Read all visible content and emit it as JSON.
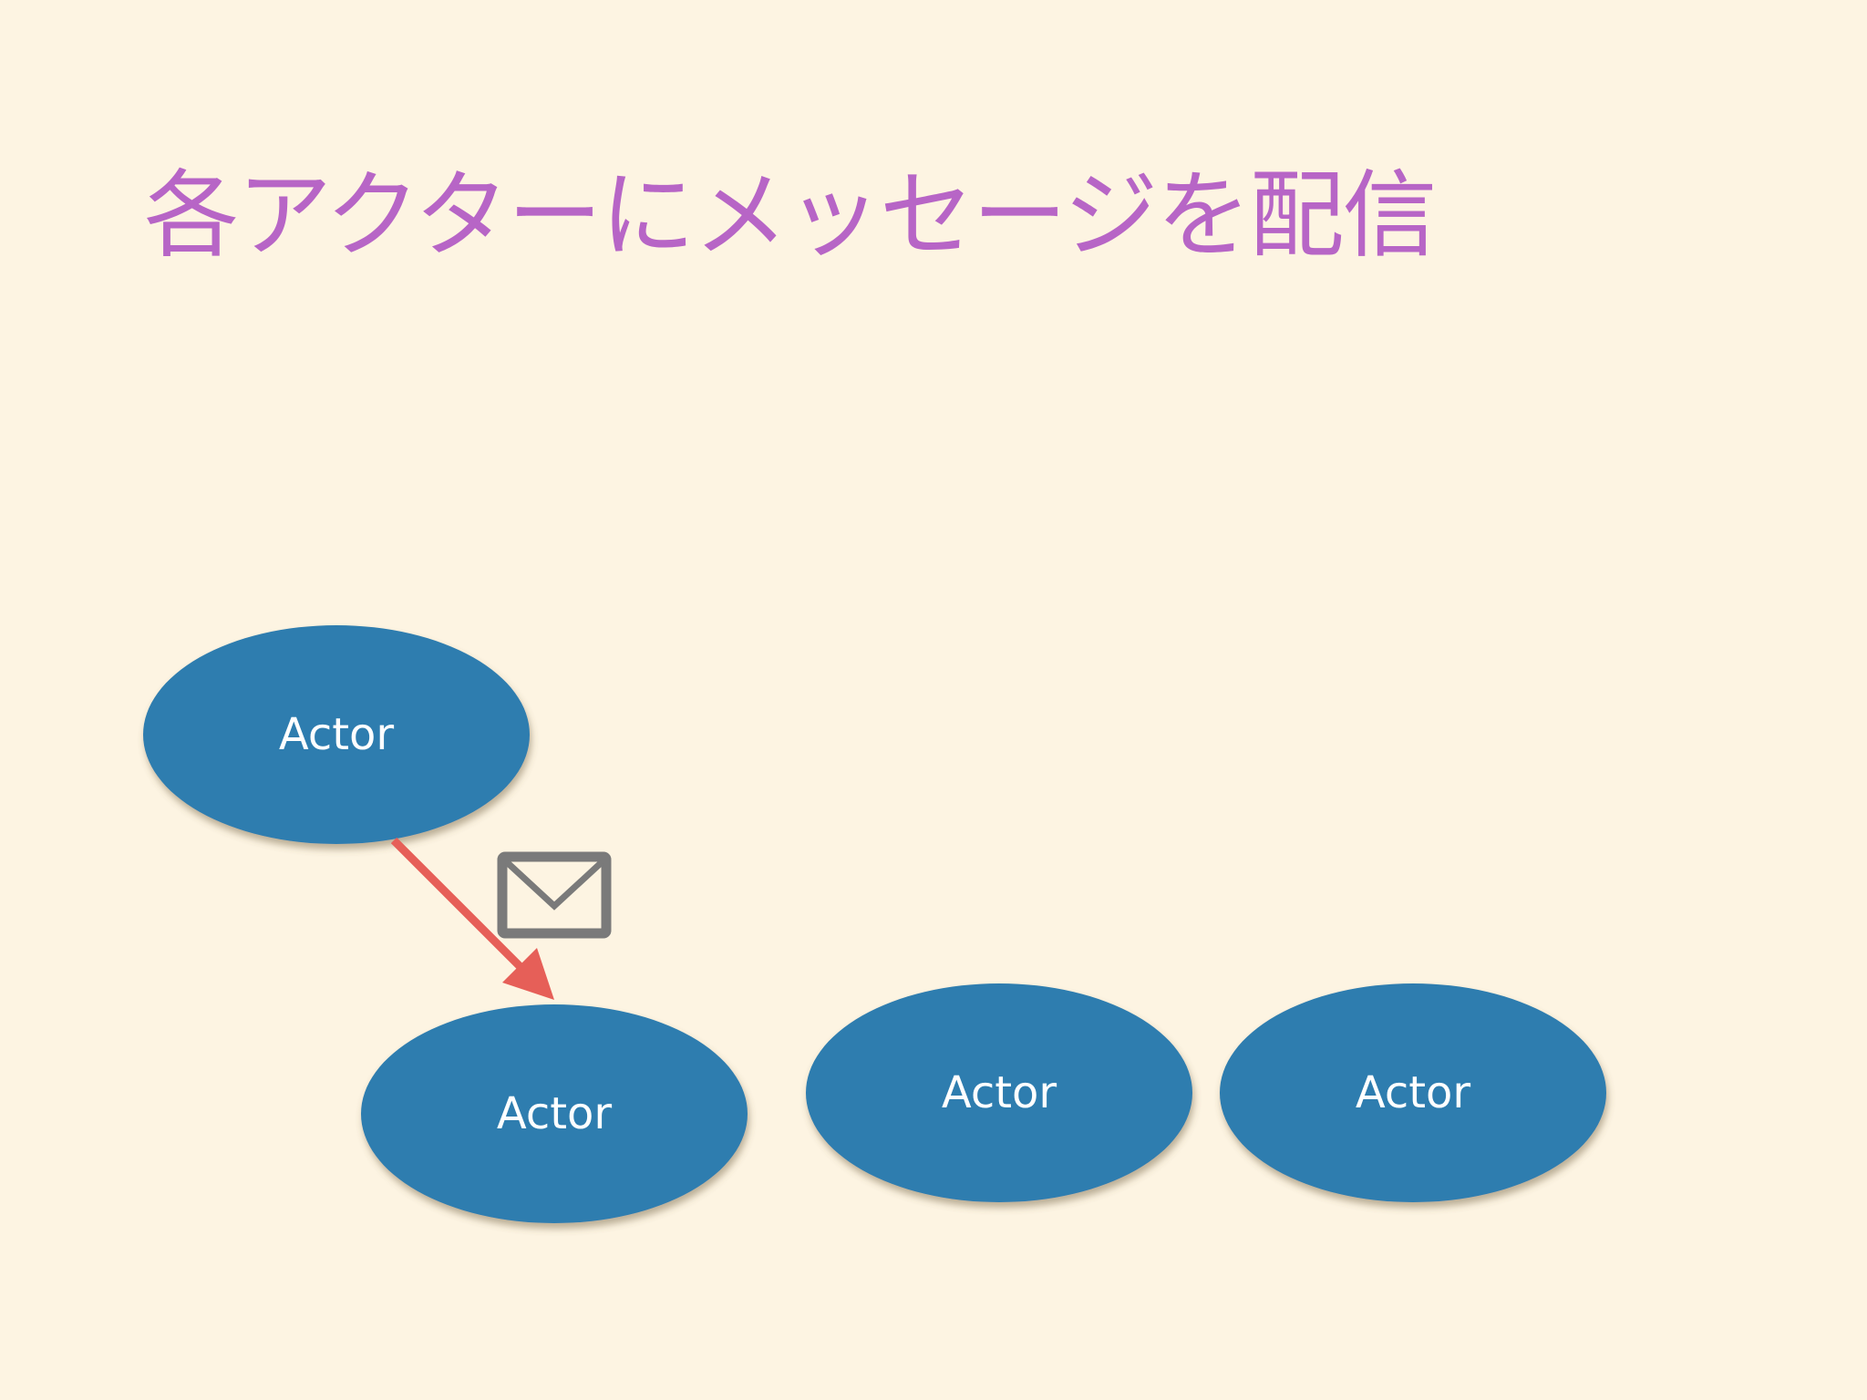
{
  "slide": {
    "title": "各アクターにメッセージを配信"
  },
  "colors": {
    "background": "#fdf4e2",
    "title": "#b765c6",
    "actor_fill": "#2f7daf",
    "actor_text": "#ffffff",
    "arrow": "#e65f58",
    "envelope": "#7a7a7a"
  },
  "actors": [
    {
      "label": "Actor"
    },
    {
      "label": "Actor"
    },
    {
      "label": "Actor"
    },
    {
      "label": "Actor"
    }
  ],
  "message": {
    "icon": "envelope-icon",
    "from_actor": 0,
    "to_actor": 1
  }
}
